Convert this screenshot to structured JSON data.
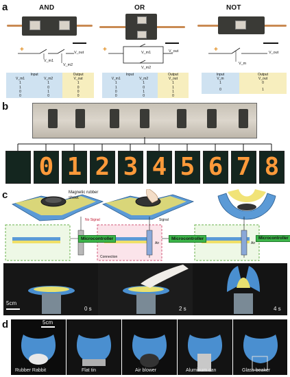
{
  "panels": {
    "a": "a",
    "b": "b",
    "c": "c",
    "d": "d"
  },
  "gates": [
    {
      "title": "AND",
      "labels": {
        "plus": "+",
        "out": "V_out",
        "m1": "V_m1",
        "m2": "V_m2"
      },
      "table": {
        "h1": "Input",
        "h2": "Output",
        "cols": [
          "V_m1",
          "V_m2",
          "V_out"
        ],
        "rows": [
          [
            "1",
            "1",
            "1"
          ],
          [
            "1",
            "0",
            "0"
          ],
          [
            "0",
            "1",
            "0"
          ],
          [
            "0",
            "0",
            "0"
          ]
        ]
      }
    },
    {
      "title": "OR",
      "labels": {
        "plus": "+",
        "out": "V_out",
        "m1": "V_m1",
        "m2": "V_m2"
      },
      "table": {
        "h1": "Input",
        "h2": "Output",
        "cols": [
          "V_m1",
          "V_m2",
          "V_out"
        ],
        "rows": [
          [
            "1",
            "1",
            "1"
          ],
          [
            "1",
            "0",
            "1"
          ],
          [
            "0",
            "1",
            "1"
          ],
          [
            "0",
            "0",
            "0"
          ]
        ]
      }
    },
    {
      "title": "NOT",
      "labels": {
        "plus": "+",
        "out": "V_out",
        "m": "V_m"
      },
      "table": {
        "h1": "Input",
        "h2": "Output",
        "cols": [
          "V_m",
          "V_out"
        ],
        "rows": [
          [
            "1",
            "0"
          ],
          [
            "0",
            "1"
          ]
        ]
      }
    }
  ],
  "digits": [
    "0",
    "1",
    "2",
    "3",
    "4",
    "5",
    "6",
    "7",
    "8"
  ],
  "digit_color": "#ff9a3a",
  "panel_c": {
    "magnetic_label": "Magnetic rubber sheet",
    "no_signal": "No Signal",
    "signal": "Signal",
    "air": "Air",
    "connection": "Connection",
    "mcu": "Microcontroller",
    "times": [
      "0 s",
      "2 s",
      "4 s"
    ],
    "scale": "5cm"
  },
  "panel_d": {
    "scale": "5cm",
    "captions": [
      "Rubber Rabbit",
      "Flat tin",
      "Air blower",
      "Aluminum can",
      "Glass beaker"
    ]
  },
  "colors": {
    "input_bg": "#cfe2f1",
    "output_bg": "#f7eebe",
    "mcu_green": "#3db64a",
    "gripper_blue": "#4a8fd0",
    "gripper_yellow": "#f0e068"
  }
}
